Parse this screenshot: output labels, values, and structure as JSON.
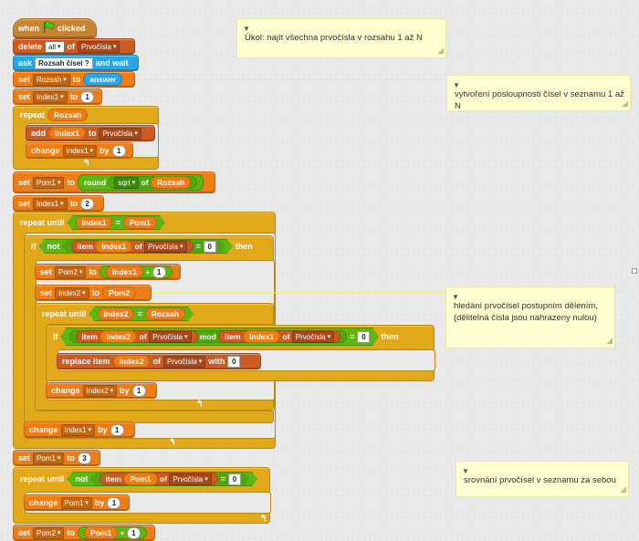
{
  "script": {
    "hat": {
      "when": "when",
      "clicked": "clicked"
    },
    "delete_block": {
      "label": "delete",
      "item": "all",
      "of": "of",
      "list": "Prvočísla"
    },
    "ask_block": {
      "label": "ask",
      "question": "Rozsah čísel ?",
      "wait": "and wait"
    },
    "set_rozsah": {
      "label": "set",
      "var": "Rozsah",
      "to": "to",
      "value": "answer"
    },
    "set_index1_1": {
      "label": "set",
      "var": "Index1",
      "to": "to",
      "value": "1"
    },
    "repeat_rozsah": {
      "label": "repeat",
      "value": "Rozsah"
    },
    "add_block": {
      "label": "add",
      "value": "Index1",
      "to": "to",
      "list": "Prvočísla"
    },
    "change_index1_a": {
      "label": "change",
      "var": "Index1",
      "by": "by",
      "value": "1"
    },
    "set_pom1_sqrt": {
      "label": "set",
      "var": "Pom1",
      "to": "to",
      "round": "round",
      "func": "sqrt",
      "of": "of",
      "value": "Rozsah"
    },
    "set_index1_2": {
      "label": "set",
      "var": "Index1",
      "to": "to",
      "value": "2"
    },
    "repeat_until_1": {
      "label": "repeat until",
      "left": "Index1",
      "eq": "=",
      "right": "Pom1"
    },
    "if_1": {
      "label": "if",
      "not": "not",
      "item": "item",
      "index": "Index1",
      "of": "of",
      "list": "Prvočísla",
      "eq": "=",
      "value": "0",
      "then": "then"
    },
    "set_pom2": {
      "label": "set",
      "var": "Pom2",
      "to": "to",
      "left": "Index1",
      "plus": "+",
      "value": "1"
    },
    "set_index2": {
      "label": "set",
      "var": "Index2",
      "to": "to",
      "value": "Pom2"
    },
    "repeat_until_2": {
      "label": "repeat until",
      "left": "Index2",
      "eq": "=",
      "right": "Rozsah"
    },
    "if_2": {
      "label": "if",
      "item": "item",
      "index_a": "Index2",
      "of": "of",
      "list": "Prvočísla",
      "mod": "mod",
      "index_b": "Index1",
      "eq": "=",
      "value": "0",
      "then": "then"
    },
    "replace_block": {
      "label": "replace item",
      "index": "Index2",
      "of": "of",
      "list": "Prvočísla",
      "with": "with",
      "value": "0"
    },
    "change_index2": {
      "label": "change",
      "var": "Index2",
      "by": "by",
      "value": "1"
    },
    "change_index1_b": {
      "label": "change",
      "var": "Index1",
      "by": "by",
      "value": "1"
    },
    "set_pom1_3": {
      "label": "set",
      "var": "Pom1",
      "to": "to",
      "value": "3"
    },
    "repeat_until_3": {
      "label": "repeat until",
      "not": "not",
      "item": "item",
      "index": "Pom1",
      "of": "of",
      "list": "Prvočísla",
      "eq": "=",
      "value": "0"
    },
    "change_pom1": {
      "label": "change",
      "var": "Pom1",
      "by": "by",
      "value": "1"
    },
    "set_pom2_b": {
      "label": "set",
      "var": "Pom2",
      "to": "to",
      "left": "Pom1",
      "plus": "+",
      "value": "1"
    }
  },
  "notes": {
    "n1": "Úkol: najít všechna prvočísla v rozsahu 1 až N",
    "n2": "vytvoření posloupnosti čísel v seznamu 1 až N",
    "n3": "hledání prvočísel postupním dělením, (dělitelná čísla jsou nahrazeny nulou)",
    "n4": "srovnání prvočísel v seznamu za sebou"
  },
  "colors": {
    "control": "#e1a91a",
    "variables": "#ee7d16",
    "lists": "#cc5b22",
    "sensing": "#2ca5e2",
    "operators": "#5cb712",
    "events": "#c88330",
    "note": "#ffffd2"
  }
}
